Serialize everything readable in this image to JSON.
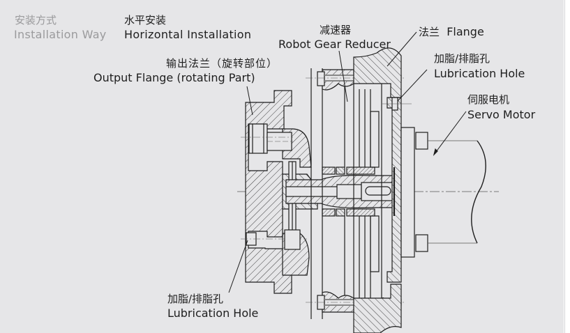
{
  "header": {
    "install_way_cn": "安装方式",
    "install_way_en": "Installation Way",
    "install_value_cn": "水平安装",
    "install_value_en": "Horizontal  Installation"
  },
  "callouts": {
    "output_flange": {
      "cn": "输出法兰（旋转部位）",
      "en": "Output Flange (rotating Part)"
    },
    "reducer": {
      "cn": "减速器",
      "en": "Robot Gear Reducer"
    },
    "flange": {
      "cn": "法兰",
      "en": "Flange"
    },
    "lube_top": {
      "cn": "加脂/排脂孔",
      "en": "Lubrication Hole"
    },
    "servo_motor": {
      "cn": "伺服电机",
      "en": "Servo Motor"
    },
    "lube_bottom": {
      "cn": "加脂/排脂孔",
      "en": "Lubrication Hole"
    }
  },
  "colors": {
    "panel_bg": "#e6e6e8",
    "line": "#1e1e1e",
    "label_gray": "#9a9a9c"
  }
}
